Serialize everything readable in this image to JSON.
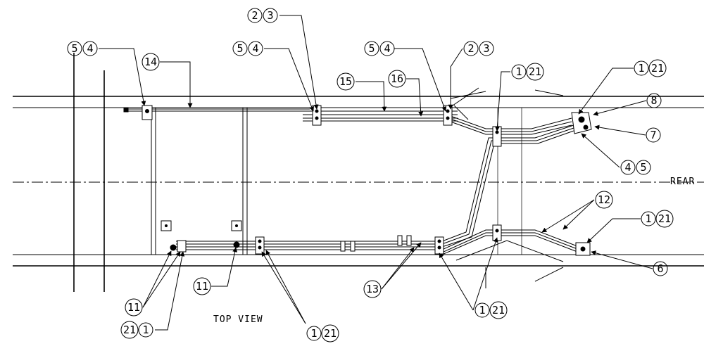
{
  "view_label": "TOP VIEW",
  "rear_label": "REAR",
  "callouts": [
    {
      "id": "c1",
      "nums": [
        "5",
        "4"
      ]
    },
    {
      "id": "c2",
      "nums": [
        "14"
      ]
    },
    {
      "id": "c3",
      "nums": [
        "2",
        "3"
      ]
    },
    {
      "id": "c4",
      "nums": [
        "5",
        "4"
      ]
    },
    {
      "id": "c5",
      "nums": [
        "15"
      ]
    },
    {
      "id": "c6",
      "nums": [
        "16"
      ]
    },
    {
      "id": "c7",
      "nums": [
        "5",
        "4"
      ]
    },
    {
      "id": "c8",
      "nums": [
        "2",
        "3"
      ]
    },
    {
      "id": "c9",
      "nums": [
        "1",
        "21"
      ]
    },
    {
      "id": "c10",
      "nums": [
        "1",
        "21"
      ]
    },
    {
      "id": "c11",
      "nums": [
        "8"
      ]
    },
    {
      "id": "c12",
      "nums": [
        "7"
      ]
    },
    {
      "id": "c13",
      "nums": [
        "4",
        "5"
      ]
    },
    {
      "id": "c14",
      "nums": [
        "12"
      ]
    },
    {
      "id": "c15",
      "nums": [
        "1",
        "21"
      ]
    },
    {
      "id": "c16",
      "nums": [
        "6"
      ]
    },
    {
      "id": "c17",
      "nums": [
        "11"
      ]
    },
    {
      "id": "c18",
      "nums": [
        "11"
      ]
    },
    {
      "id": "c19",
      "nums": [
        "21",
        "1"
      ]
    },
    {
      "id": "c20",
      "nums": [
        "13"
      ]
    },
    {
      "id": "c21",
      "nums": [
        "1",
        "21"
      ]
    },
    {
      "id": "c22",
      "nums": [
        "1",
        "21"
      ]
    }
  ]
}
